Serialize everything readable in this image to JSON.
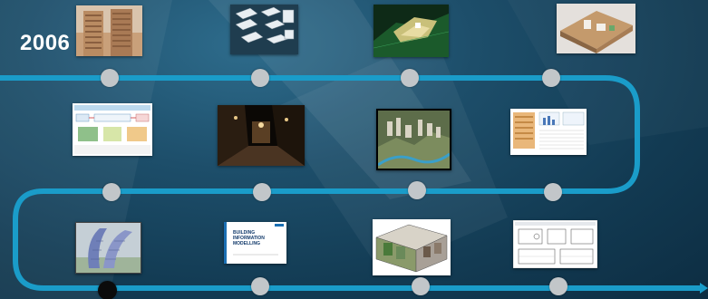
{
  "timeline": {
    "year_label": "2006",
    "rows": [
      {
        "milestones": [
          {
            "id": "m1",
            "icon": "twin-towers-photo",
            "state": "past"
          },
          {
            "id": "m2",
            "icon": "exploded-3d-building-parts-diagram",
            "state": "past"
          },
          {
            "id": "m3",
            "icon": "site-terrain-model-screen",
            "state": "past"
          },
          {
            "id": "m4",
            "icon": "physical-site-model-photo",
            "state": "past"
          }
        ]
      },
      {
        "milestones": [
          {
            "id": "m5",
            "icon": "bim-process-flow-chart",
            "state": "past"
          },
          {
            "id": "m6",
            "icon": "night-rendering-corridor",
            "state": "past"
          },
          {
            "id": "m7",
            "icon": "aerial-city-model-photo",
            "state": "past"
          },
          {
            "id": "m8",
            "icon": "building-analysis-report-sheet",
            "state": "past"
          }
        ]
      },
      {
        "milestones": [
          {
            "id": "m9",
            "icon": "curved-tower-model-render",
            "state": "current"
          },
          {
            "id": "m10",
            "icon": "bim-guide-cover",
            "state": "future"
          },
          {
            "id": "m11",
            "icon": "cutaway-apartment-model",
            "state": "future"
          },
          {
            "id": "m12",
            "icon": "cad-floor-plan-sheet",
            "state": "future"
          }
        ]
      }
    ],
    "colors": {
      "track": "#1a9cc9",
      "node": "#c2c6c9",
      "current_node": "#0b0b0b",
      "year_text": "#ffffff"
    }
  },
  "bim_guide_cover": {
    "title_lines": [
      "BUILDING",
      "INFORMATION",
      "MODELLING"
    ]
  }
}
